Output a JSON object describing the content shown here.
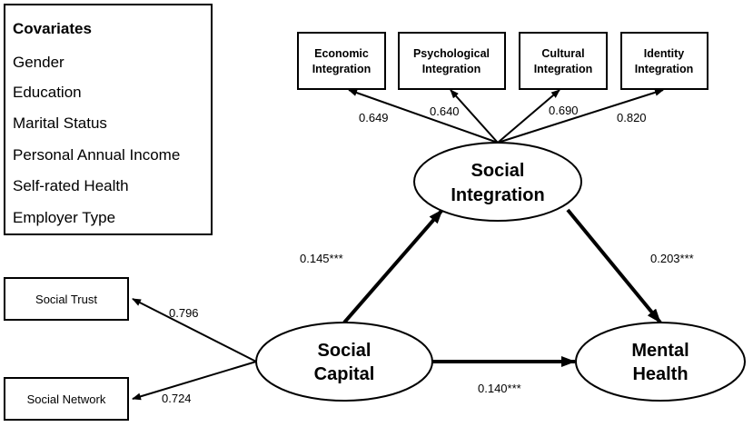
{
  "covariates": {
    "title": "Covariates",
    "items": [
      "Gender",
      "Education",
      "Marital Status",
      "Personal Annual Income",
      "Self-rated Health",
      "Employer Type"
    ]
  },
  "indicators": {
    "economic": [
      "Economic",
      "Integration"
    ],
    "psychological": [
      "Psychological",
      "Integration"
    ],
    "cultural": [
      "Cultural",
      "Integration"
    ],
    "identity": [
      "Identity",
      "Integration"
    ]
  },
  "latent": {
    "social_integration": [
      "Social",
      "Integration"
    ],
    "social_capital": [
      "Social",
      "Capital"
    ],
    "mental_health": [
      "Mental",
      "Health"
    ]
  },
  "observed": {
    "social_trust": "Social Trust",
    "social_network": "Social Network"
  },
  "coefficients": {
    "economic": "0.649",
    "psychological": "0.640",
    "cultural": "0.690",
    "identity": "0.820",
    "capital_to_integration": "0.145***",
    "integration_to_health": "0.203***",
    "capital_to_health": "0.140***",
    "trust": "0.796",
    "network": "0.724"
  }
}
